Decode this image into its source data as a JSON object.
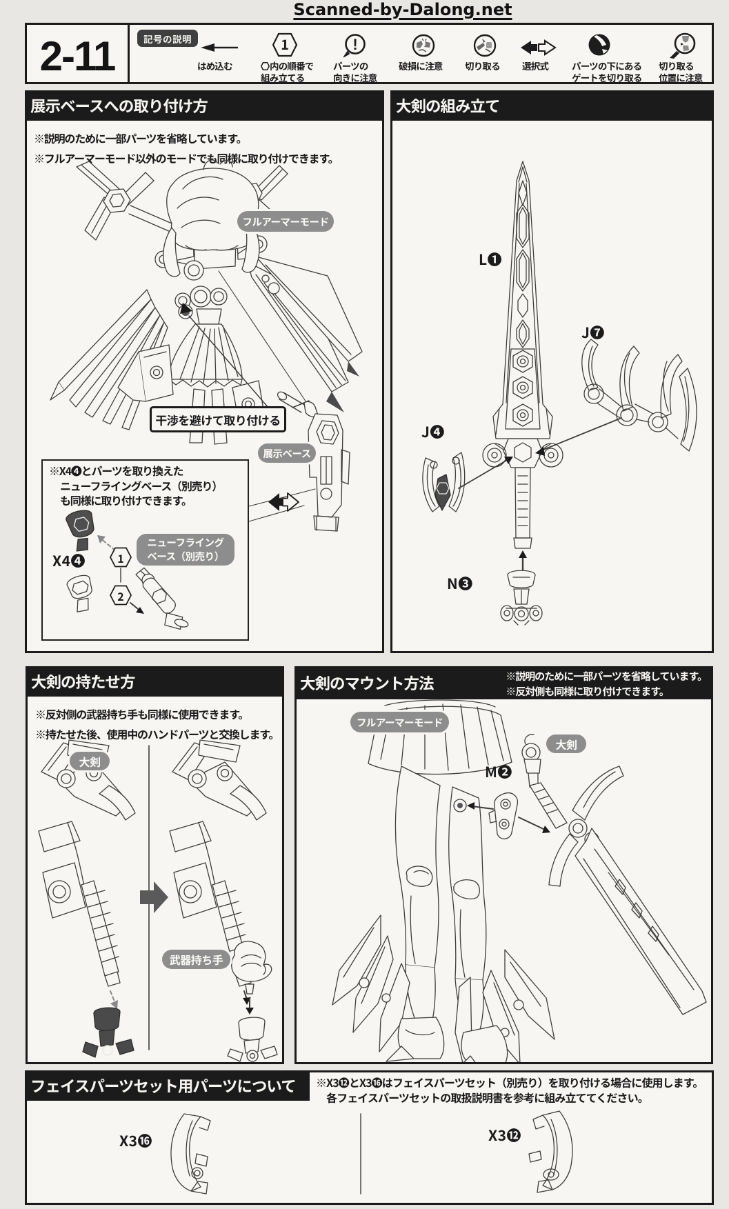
{
  "watermark": "Scanned-by-Dalong.net",
  "page_code": "2-11",
  "legend": {
    "title": "記号の説明",
    "items": [
      {
        "icon": "fit-arrow-icon",
        "lines": [
          "はめ込む"
        ]
      },
      {
        "icon": "hexagon-order-icon",
        "number": "1",
        "lines": [
          "内の順番で",
          "組み立てる"
        ]
      },
      {
        "icon": "orientation-caution-icon",
        "lines": [
          "パーツの",
          "向きに注意"
        ]
      },
      {
        "icon": "damage-caution-icon",
        "lines": [
          "破損に注意"
        ]
      },
      {
        "icon": "cut-off-icon",
        "lines": [
          "切り取る"
        ]
      },
      {
        "icon": "select-type-icon",
        "lines": [
          "選択式"
        ]
      },
      {
        "icon": "gate-under-part-icon",
        "lines": [
          "パーツの下にある",
          "ゲートを切り取る"
        ]
      },
      {
        "icon": "cut-position-caution-icon",
        "lines": [
          "切り取る",
          "位置に注意"
        ]
      }
    ]
  },
  "sections": {
    "display_base": {
      "title": "展示ベースへの取り付け方",
      "notes": [
        "※説明のために一部パーツを省略しています。",
        "※フルアーマーモード以外のモードでも同様に取り付けできます。"
      ],
      "pill_full_armor": "フルアーマーモード",
      "callout": "干渉を避けて取り付ける",
      "pill_display_base": "展示ベース",
      "sub_note_lines": [
        "※X4❹とパーツを取り換えた",
        "ニューフライングベース（別売り）",
        "も同様に取り付けできます。"
      ],
      "part_x4": "X4❹",
      "step1": "1",
      "step2": "2",
      "pill_new_flying_lines": [
        "ニューフライング",
        "ベース（別売り）"
      ]
    },
    "sword_assembly": {
      "title": "大剣の組み立て",
      "part_l1": "L❶",
      "part_j7": "J❼",
      "part_j4": "J❹",
      "part_n3": "N❸"
    },
    "sword_holding": {
      "title": "大剣の持たせ方",
      "notes": [
        "※反対側の武器持ち手も同様に使用できます。",
        "※持たせた後、使用中のハンドパーツと交換します。"
      ],
      "pill_sword": "大剣",
      "pill_weapon_hand": "武器持ち手"
    },
    "sword_mount": {
      "title": "大剣のマウント方法",
      "notes": [
        "※説明のために一部パーツを省略しています。",
        "※反対側も同様に取り付けできます。"
      ],
      "pill_full_armor": "フルアーマーモード",
      "pill_sword": "大剣",
      "part_m2": "M❷"
    },
    "face_parts": {
      "title": "フェイスパーツセット用パーツについて",
      "notes": [
        "※X3⓬とX3⓰はフェイスパーツセット（別売り）を取り付ける場合に使用します。",
        "各フェイスパーツセットの取扱説明書を参考に組み立ててください。"
      ],
      "part_x3_16": "X3⓰",
      "part_x3_12": "X3⓬"
    }
  },
  "colors": {
    "paper": "#e8e7e3",
    "panel": "#f7f6f2",
    "ink": "#1b1b1b",
    "pill_gray": "#8d8d8d",
    "badge_gray": "#3f3f3f",
    "stroke_gray": "#3e3e3e",
    "arrow_gray": "#5a5a5a"
  }
}
